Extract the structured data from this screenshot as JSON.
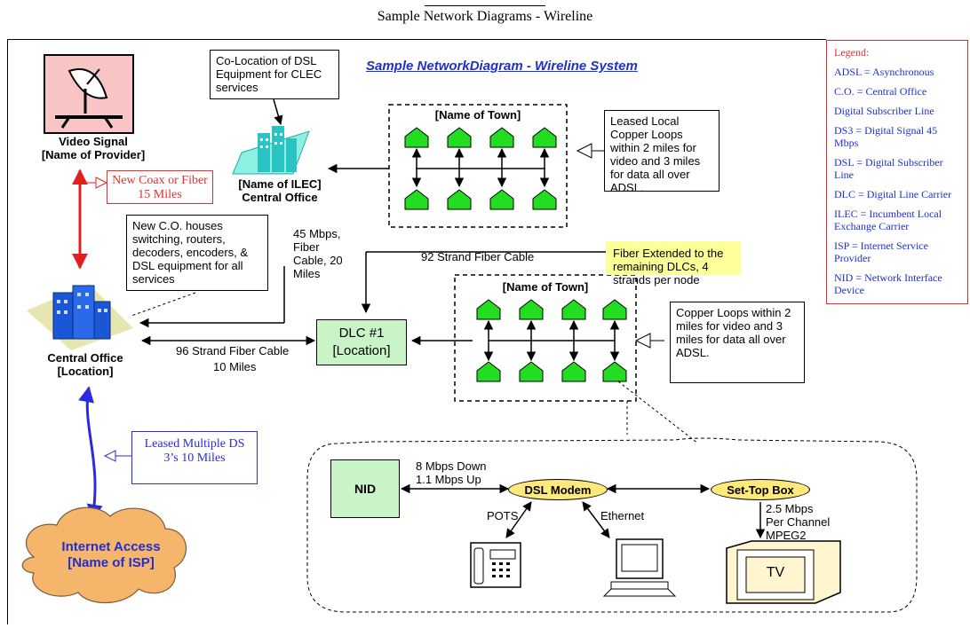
{
  "page": {
    "title": "Sample Network Diagrams - Wireline",
    "diagram_title": "Sample NetworkDiagram -  Wireline System"
  },
  "legend": {
    "title": "Legend:",
    "items": [
      "ADSL = Asynchronous",
      "C.O. = Central Office",
      "Digital Subscriber Line",
      "DS3 = Digital Signal 45 Mbps",
      "DSL = Digital Subscriber Line",
      "DLC = Digital Line Carrier",
      "ILEC = Incumbent Local Exchange Carrier",
      "ISP = Internet Service Provider",
      "NID = Network Interface Device"
    ]
  },
  "nodes": {
    "video_signal": {
      "line1": "Video Signal",
      "line2": "[Name of Provider]"
    },
    "ilec": {
      "line1": "[Name of ILEC]",
      "line2": "Central Office"
    },
    "central_office": {
      "line1": "Central Office",
      "line2": "[Location]"
    },
    "dlc": {
      "line1": "DLC #1",
      "line2": "[Location]"
    },
    "town1": {
      "title": "[Name of Town]"
    },
    "town2": {
      "title": "[Name of Town]"
    },
    "internet": {
      "line1": "Internet Access",
      "line2": "[Name of ISP]"
    },
    "nid": "NID",
    "dsl_modem": "DSL Modem",
    "set_top_box": "Set-Top Box",
    "tv": "TV"
  },
  "callouts": {
    "colocation": "Co-Location of DSL Equipment for CLEC services",
    "leased_loops": "Leased Local Copper Loops within 2 miles for video and 3 miles for data all over ADSL.",
    "new_coax": "New Coax or Fiber 15 Miles",
    "new_co": "New C.O. houses switching, routers, decoders, encoders, & DSL equipment for all services",
    "fiber_45": "45 Mbps, Fiber Cable, 20 Miles",
    "fiber_extended": "Fiber Extended to the remaining DLCs, 4 strands per node",
    "copper_loops": "Copper Loops within 2 miles for video and 3 miles for data all over ADSL.",
    "leased_ds3": "Leased Multiple DS 3’s 10 Miles"
  },
  "links": {
    "strand92": "92 Strand Fiber Cable",
    "strand96": "96 Strand Fiber Cable",
    "miles10": "10 Miles",
    "mbps_down": "8 Mbps Down",
    "mbps_up": "1.1 Mbps Up",
    "pots": "POTS",
    "ethernet": "Ethernet",
    "tv_rate1": "2.5 Mbps",
    "tv_rate2": "Per Channel",
    "tv_rate3": "MPEG2"
  },
  "colors": {
    "house_green": "#22dd22",
    "box_green": "#c8f4c8",
    "oval_yellow": "#ffe97a",
    "cloud_orange": "#f5b56a",
    "red_line": "#e02020",
    "blue_line": "#2a2ae0",
    "legend_red": "#e03030",
    "legend_blue": "#1f2fd0"
  }
}
